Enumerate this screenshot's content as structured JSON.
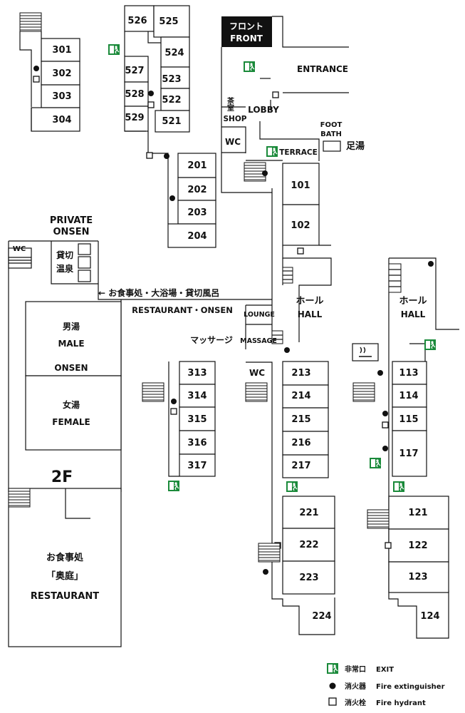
{
  "map": {
    "front_jp": "フロント",
    "front_en": "FRONT",
    "entrance": "ENTRANCE",
    "lobby": "LOBBY",
    "shop": "SHOP",
    "tea_room": "茶室",
    "wc": "WC",
    "foot_bath_line1": "FOOT",
    "foot_bath_line2": "BATH",
    "foot_bath_jp": "足湯",
    "terrace": "TERRACE",
    "private_onsen_line1": "PRIVATE",
    "private_onsen_line2": "ONSEN",
    "kashikiri_line1": "貸切",
    "kashikiri_line2": "温泉",
    "direction_jp": "← お食事処・大浴場・貸切風呂",
    "direction_en": "RESTAURANT・ONSEN",
    "male_jp": "男湯",
    "male_en": "MALE",
    "onsen": "ONSEN",
    "female_jp": "女湯",
    "female_en": "FEMALE",
    "lounge": "LOUNGE",
    "massage_jp": "マッサージ",
    "massage_en": "MASSAGE",
    "hall_jp": "ホール",
    "hall_en": "HALL",
    "floor_label": "2F",
    "restaurant_jp": "お食事処",
    "restaurant_name": "「奥庭」",
    "restaurant_en": "RESTAURANT",
    "rooms": [
      "301",
      "302",
      "303",
      "304",
      "526",
      "525",
      "524",
      "527",
      "523",
      "528",
      "522",
      "529",
      "521",
      "201",
      "202",
      "203",
      "204",
      "101",
      "102",
      "313",
      "314",
      "315",
      "316",
      "317",
      "213",
      "214",
      "215",
      "216",
      "217",
      "221",
      "222",
      "223",
      "224",
      "113",
      "114",
      "115",
      "117",
      "121",
      "122",
      "123",
      "124"
    ]
  },
  "legend": {
    "exit_jp": "非常口",
    "exit_en": "EXIT",
    "extinguisher_jp": "消火器",
    "extinguisher_en": "Fire extinguisher",
    "hydrant_jp": "消火栓",
    "hydrant_en": "Fire hydrant"
  },
  "icons": [
    "exit-icon",
    "fire-extinguisher-icon",
    "fire-hydrant-icon",
    "stairs-icon",
    "smoking-area-icon"
  ],
  "colors": {
    "exit_green": "#1a8a3a",
    "front_bg": "#111111",
    "lines": "#111111"
  }
}
